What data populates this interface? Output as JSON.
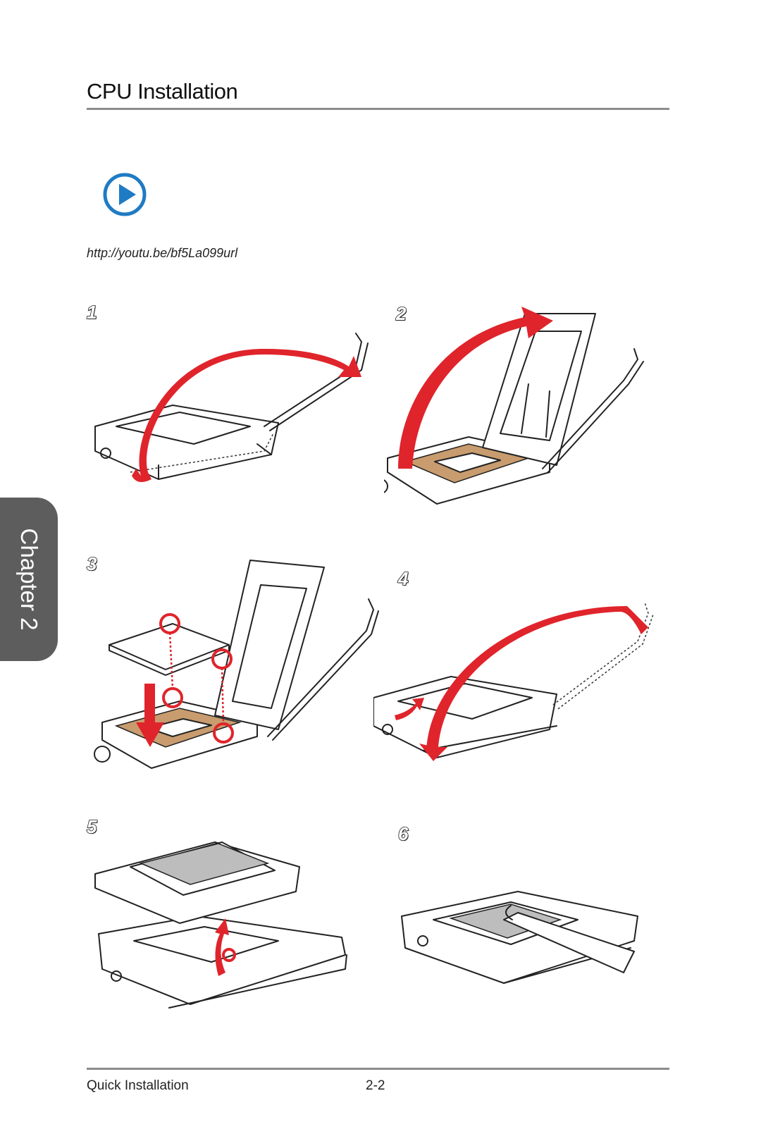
{
  "title": "CPU Installation",
  "video_url": "http://youtu.be/bf5La099url",
  "chapter_label": "Chapter 2",
  "icons": {
    "play": "play-circle-icon"
  },
  "colors": {
    "accent_blue": "#1f7bc4",
    "arrow_red": "#e0242b",
    "socket_tan": "#c89c6e",
    "tab_grey": "#5d5d5d"
  },
  "steps": [
    {
      "number": "1"
    },
    {
      "number": "2"
    },
    {
      "number": "3"
    },
    {
      "number": "4"
    },
    {
      "number": "5"
    },
    {
      "number": "6"
    }
  ],
  "footer": {
    "section": "Quick Installation",
    "page": "2-2"
  }
}
